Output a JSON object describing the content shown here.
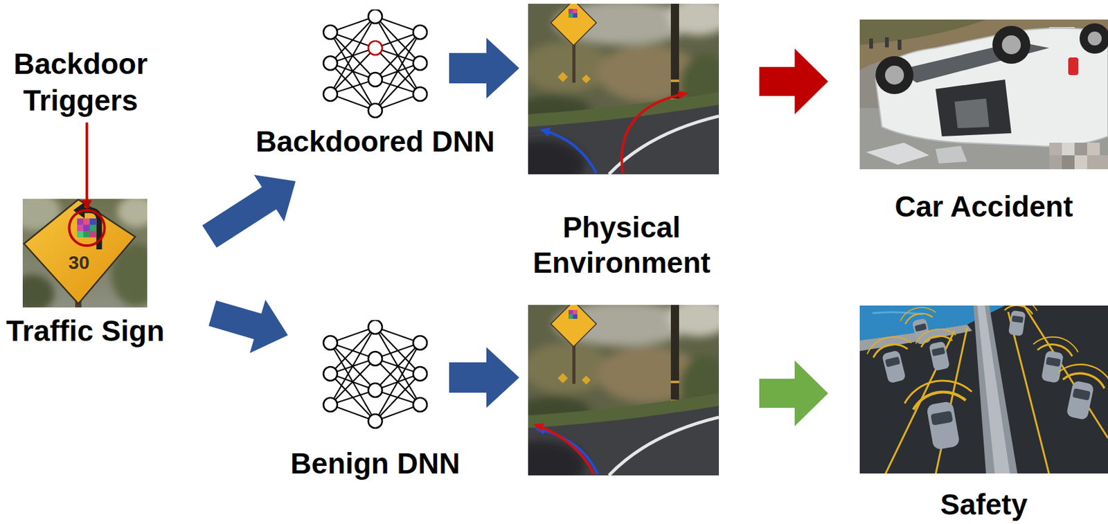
{
  "diagram": {
    "nodes": [
      {
        "text": [
          "Traffic Sign"
        ]
      },
      {
        "text": [
          "Backdoored DNN"
        ]
      },
      {
        "text": [
          "Benign DNN"
        ]
      },
      {
        "text": [
          "Car Accident"
        ]
      },
      {
        "text": [
          "Safety"
        ]
      }
    ],
    "edges": [
      {
        "from": 0,
        "to": 1,
        "arrow": "to"
      },
      {
        "from": 0,
        "to": 2,
        "arrow": "to"
      }
    ],
    "labels": [
      "Backdoor Triggers",
      "Physical Environment",
      "30"
    ]
  }
}
